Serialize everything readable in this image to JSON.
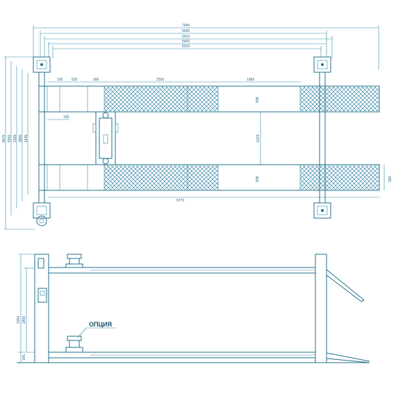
{
  "top_view": {
    "overall_dims": [
      "7040",
      "6030",
      "5610",
      "5430",
      "5310"
    ],
    "left_dims": [
      "5575",
      "5300",
      "3165",
      "2895",
      "1645"
    ],
    "segment_dims": [
      "100",
      "520",
      "300",
      "2330",
      "1689"
    ],
    "small_dim_100": "100",
    "platform_width_a": "508",
    "platform_width_b": "508",
    "gap_dim": "1078",
    "right_dim": "500",
    "length_dim": "5770"
  },
  "side_view": {
    "height_a": "2254",
    "height_b": "1800",
    "bottom_dim": "14/L",
    "option_label": "ОПЦИЯ"
  },
  "colors": {
    "line": "#1f6f8b",
    "text": "#1f5f78",
    "hatch": "#3a8aa6"
  }
}
